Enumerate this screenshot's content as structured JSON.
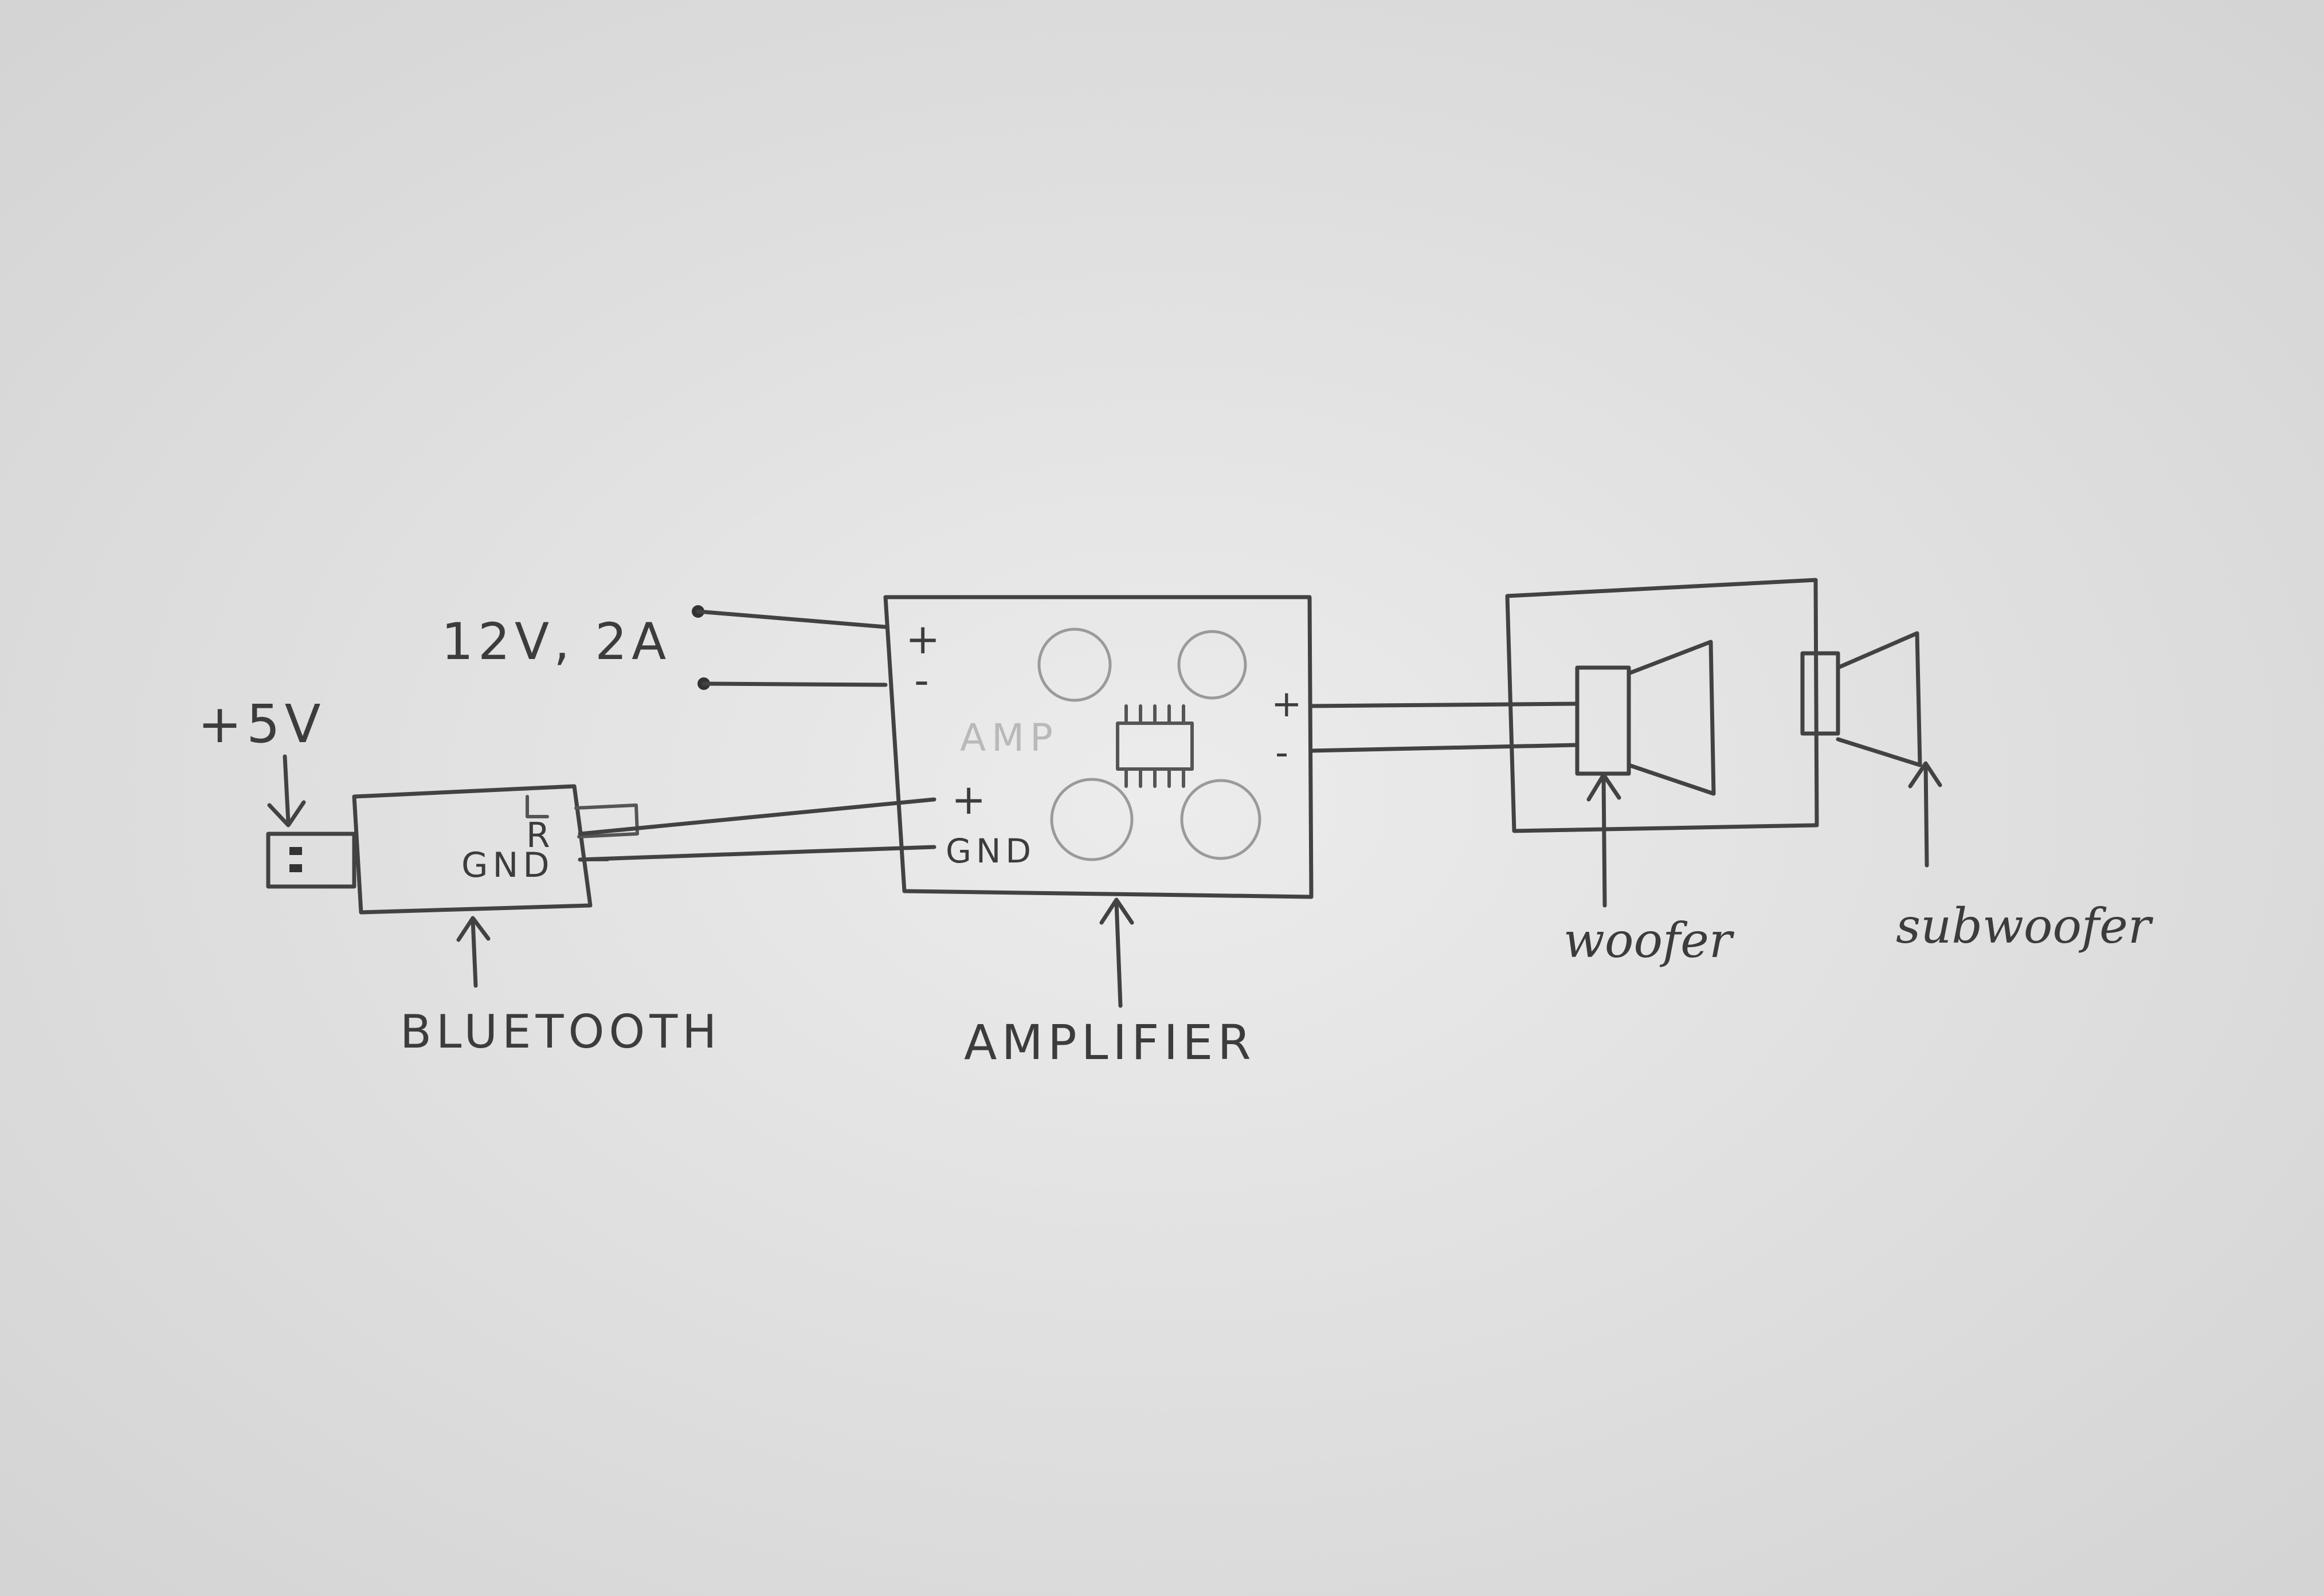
{
  "diagram": {
    "labels": {
      "supply_voltage": "12V, 2A",
      "usb_voltage": "+5V",
      "bluetooth": "BLUETOOTH",
      "amplifier": "AMPLIFIER",
      "woofer": "woofer",
      "subwoofer": "subwoofer"
    },
    "bluetooth_pins": {
      "right": "R",
      "ground": "GND"
    },
    "amplifier_pins": {
      "power_plus": "+",
      "power_minus": "-",
      "input_plus": "+",
      "input_ground": "GND",
      "output_plus": "+",
      "output_minus": "-"
    },
    "amplifier_board_text": "AMP"
  }
}
